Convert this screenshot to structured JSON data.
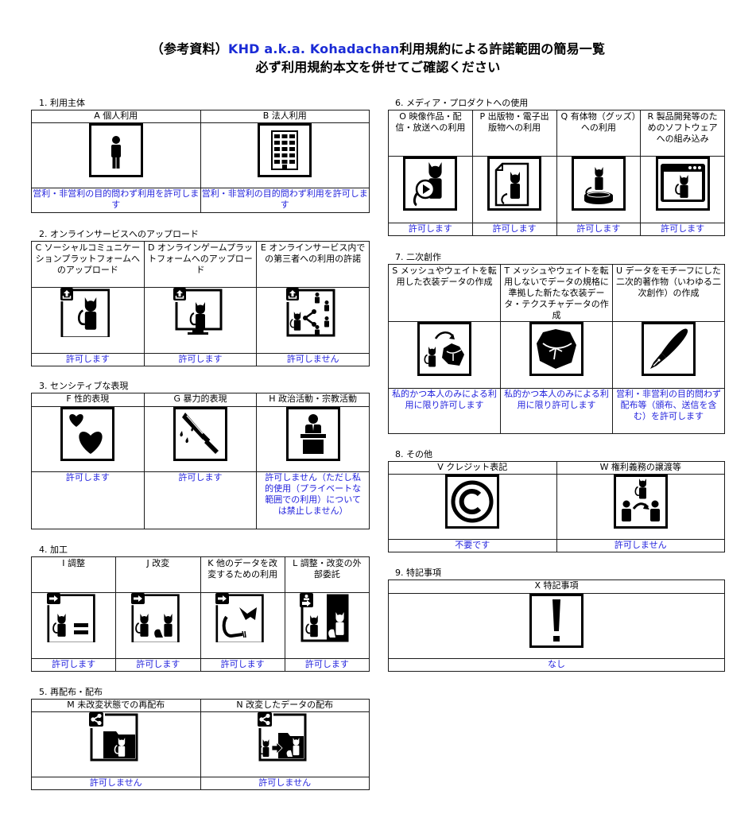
{
  "title": {
    "line1_prefix": "（参考資料）",
    "line1_brand": "KHD a.k.a. Kohadachan",
    "line1_suffix": "利用規約による許諾範囲の簡易一覧",
    "line2": "必ず利用規約本文を併せてご確認ください"
  },
  "colors": {
    "brand": "#1a2bd6",
    "permission_text": "#2222dd",
    "border": "#1a1a1a"
  },
  "sections": [
    {
      "label": "1. 利用主体",
      "items": [
        {
          "header": "A 個人利用",
          "icon": "person-icon",
          "permission": "営利・非営利の目的問わず利用を許可します"
        },
        {
          "header": "B 法人利用",
          "icon": "building-icon",
          "permission": "営利・非営利の目的問わず利用を許可します"
        }
      ]
    },
    {
      "label": "2. オンラインサービスへのアップロード",
      "items": [
        {
          "header": "C ソーシャルコミュニケーションプラットフォームへのアップロード",
          "icon": "upload-sns-icon",
          "permission": "許可します"
        },
        {
          "header": "D オンラインゲームプラットフォームへのアップロード",
          "icon": "upload-game-icon",
          "permission": "許可します"
        },
        {
          "header": "E オンラインサービス内での第三者への利用の許諾",
          "icon": "upload-share-icon",
          "permission": "許可しません"
        }
      ]
    },
    {
      "label": "3. センシティブな表現",
      "items": [
        {
          "header": "F 性的表現",
          "icon": "hearts-icon",
          "permission": "許可します"
        },
        {
          "header": "G 暴力的表現",
          "icon": "knife-icon",
          "permission": "許可します"
        },
        {
          "header": "H 政治活動・宗教活動",
          "icon": "podium-icon",
          "permission": "許可しません（ただし私的使用（プライベートな範囲での利用）については禁止しません）"
        }
      ]
    },
    {
      "label": "4. 加工",
      "items": [
        {
          "header": "I 調整",
          "icon": "adjust-icon",
          "permission": "許可します"
        },
        {
          "header": "J 改変",
          "icon": "modify-icon",
          "permission": "許可します"
        },
        {
          "header": "K 他のデータを改変するための利用",
          "icon": "parts-icon",
          "permission": "許可します"
        },
        {
          "header": "L 調整・改変の外部委託",
          "icon": "outsource-icon",
          "permission": "許可します"
        }
      ]
    },
    {
      "label": "5. 再配布・配布",
      "items": [
        {
          "header": "M 未改変状態での再配布",
          "icon": "redistribute-icon",
          "permission": "許可しません"
        },
        {
          "header": "N 改変したデータの配布",
          "icon": "distribute-modified-icon",
          "permission": "許可しません"
        }
      ]
    },
    {
      "label": "6. メディア・プロダクトへの使用",
      "items": [
        {
          "header": "O 映像作品・配信・放送への利用",
          "icon": "video-icon",
          "permission": "許可します"
        },
        {
          "header": "P 出版物・電子出版物への利用",
          "icon": "document-icon",
          "permission": "許可します"
        },
        {
          "header": "Q 有体物（グッズ）への利用",
          "icon": "figure-icon",
          "permission": "許可します"
        },
        {
          "header": "R 製品開発等のためのソフトウェアへの組み込み",
          "icon": "software-icon",
          "permission": "許可します"
        }
      ]
    },
    {
      "label": "7. 二次創作",
      "items": [
        {
          "header": "S メッシュやウェイトを転用した衣装データの作成",
          "icon": "costume-convert-icon",
          "permission": "私的かつ本人のみによる利用に限り許可します"
        },
        {
          "header": "T メッシュやウェイトを転用しないでデータの規格に準拠した新たな衣装データ・テクスチャデータの作成",
          "icon": "costume-icon",
          "permission": "私的かつ本人のみによる利用に限り許可します"
        },
        {
          "header": "U データをモチーフにした二次的著作物（いわゆる二次創作）の作成",
          "icon": "pen-icon",
          "permission": "営利・非営利の目的問わず配布等（頒布、送信を含む）を許可します"
        }
      ]
    },
    {
      "label": "8. その他",
      "items": [
        {
          "header": "V クレジット表記",
          "icon": "copyright-icon",
          "permission": "不要です"
        },
        {
          "header": "W 権利義務の譲渡等",
          "icon": "transfer-icon",
          "permission": "許可しません"
        }
      ]
    },
    {
      "label": "9. 特記事項",
      "items": [
        {
          "header": "X 特記事項",
          "icon": "exclamation-icon",
          "permission": "なし"
        }
      ]
    }
  ]
}
